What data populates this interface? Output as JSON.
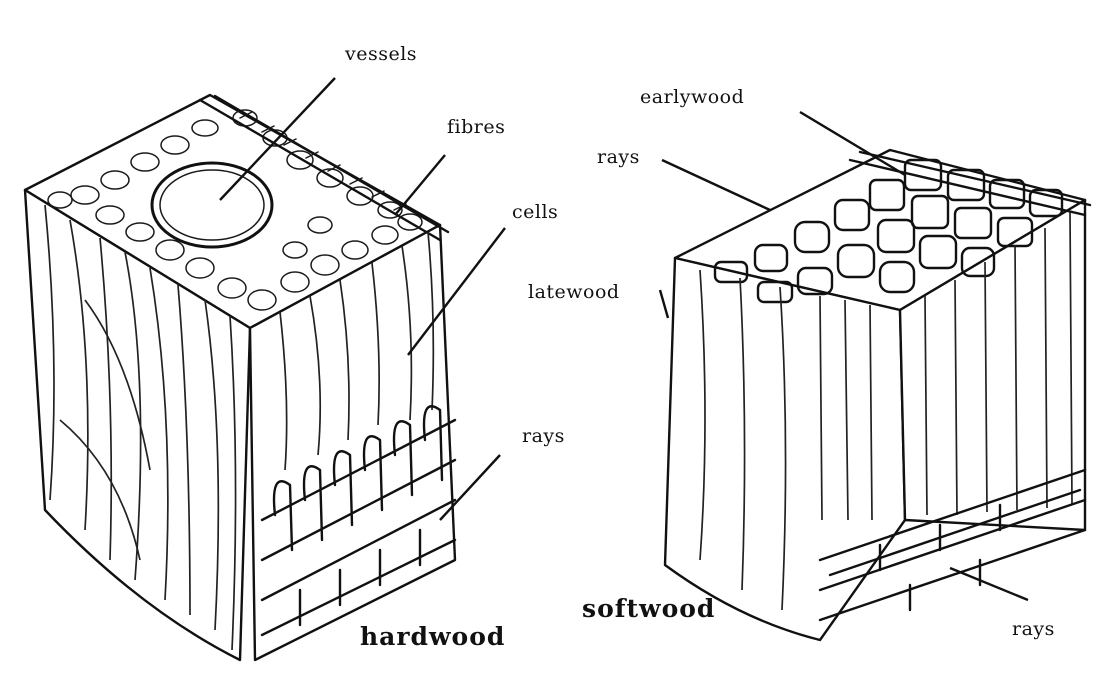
{
  "hardwood": {
    "title": "hardwood",
    "labels": {
      "vessels": "vessels",
      "fibres": "fibres",
      "cells": "cells",
      "rays": "rays"
    }
  },
  "softwood": {
    "title": "softwood",
    "labels": {
      "earlywood": "earlywood",
      "rays_top": "rays",
      "latewood": "latewood",
      "rays_bottom": "rays"
    }
  },
  "colors": {
    "ink": "#111111",
    "paper": "#ffffff"
  }
}
